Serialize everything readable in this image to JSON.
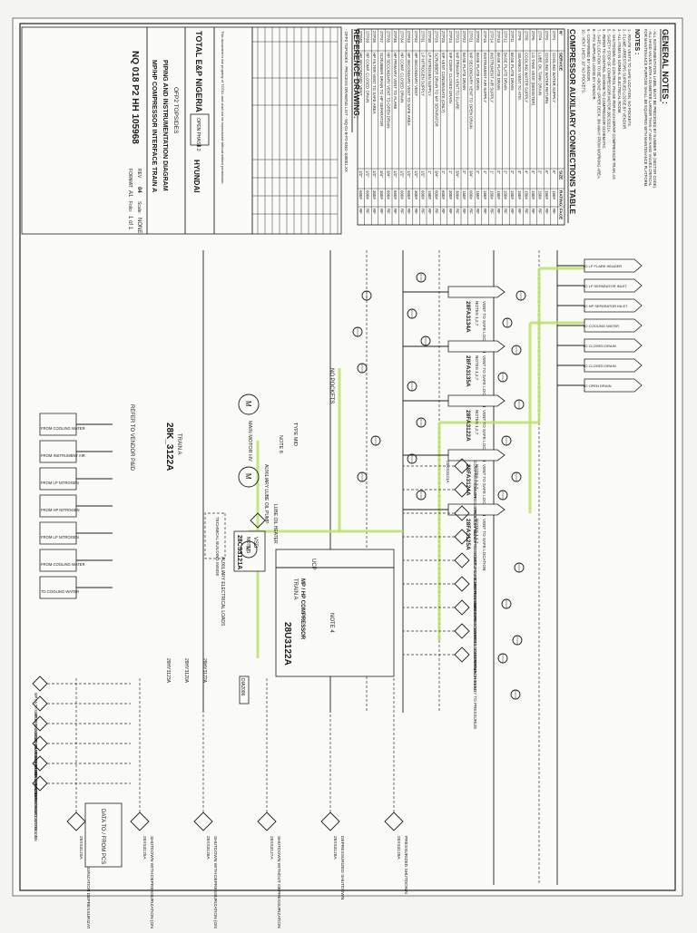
{
  "notes": {
    "heading": "GENERAL NOTES :",
    "general": [
      "- ALL INSTRUMENTATION LABEL MUST BE PRECEDED BY NUMBER 28 (SECTOR CODE).",
      "- ALL HAND VALVES WITH A DIAMETER LARGER THAN 4\" AND HAND VALVES CRITICAL",
      "  FOR MAINTENANCE PURPOSE SHALL BE EQUIPPED WITH MAINTENANCE PLATFORM."
    ],
    "subheading": "NOTES :",
    "items": [
      "1.- ROUTE VENTS TO SAFE LOCATION. NO POCKETS.",
      "2.- FLAME ARRESTORS SUPPLIED LOOSE BY VENDOR.",
      "3.- ALL ITEMS IN NORMAL ELECTRICAL ROOM.",
      "4.- SHUTDOWN AND CONTROL PHASE PER EACH MP/HP COMPRESSOR TRAIN AS",
      "5.- SAFETY STOP OF COMPRESSOR MOTOR 28CS3121A.",
      "6.- REFER TO CONTROL SCHEME TO COMPRESSOR SCHEMATIC.",
      "7.- SAFE LOCATION TO BE ABOVE UPPER DECK, 3M AWAY FROM WORKING AREA.",
      "8.- PSV SUPPLIED LOOSE BY VENDOR.",
      "9.- CONFIRMED BY VENDOR.",
      "10.- VENT LINES: 10\" NO POCKETS."
    ]
  },
  "aux_table": {
    "title": "COMPRESSOR AUXILIARY CONNECTIONS TABLE",
    "headers": [
      "N°",
      "SERVICE",
      "SIZE",
      "RATING",
      "FACE"
    ],
    "rows": [
      [
        "2TP1",
        "COOLING WATER SUPPLY",
        "6\"",
        "150#",
        "RF"
      ],
      [
        "2TP2",
        "COOLING WATER RETURN",
        "6\"",
        "150#",
        "RF"
      ],
      [
        "2TP4",
        "LUBE OIL TANK DRAIN",
        "2\"",
        "150#",
        "RF"
      ],
      [
        "2TP5",
        "LO TANK VENT (DEMISTER)",
        "4\"",
        "150#",
        "RF"
      ],
      [
        "2TP8",
        "COOLING WATER SUPPLY",
        "4\"",
        "150#",
        "RF"
      ],
      [
        "2TP9",
        "GEARBOX VENT TO ATM.",
        "3\"",
        "150#",
        "RF"
      ],
      [
        "2TP11",
        "BASE PLATE DRAIN",
        "2\"",
        "150#",
        "RF"
      ],
      [
        "2TP12",
        "BASE PLATE DRAIN",
        "2\"",
        "150#",
        "RF"
      ],
      [
        "2TP13",
        "BASE PLATE DRAIN",
        "2\"",
        "150#",
        "RF"
      ],
      [
        "2TP14",
        "INSTRUMENT AIR SUPPLY",
        "1\"",
        "150#",
        "RF"
      ],
      [
        "2TP15",
        "INSTRUMENT AIR SUPPLY",
        "1\"",
        "150#",
        "RF"
      ],
      [
        "2TP20",
        "BASE PLATE DRAIN",
        "2\"",
        "150#",
        "RF"
      ],
      [
        "2TP21",
        "MP SECONDARY VENT TO OPEN DRAIN",
        "3/4\"",
        "600#",
        "RF"
      ],
      [
        "2TP22",
        "BASE PLATE DRAIN",
        "2\"",
        "150#",
        "RF"
      ],
      [
        "2TP23",
        "MP PRIMARY VENT TO FLARE",
        "3/4\"",
        "300#",
        "RF"
      ],
      [
        "2TP24",
        "MP COMP. CLOSED DRAIN",
        "1\"",
        "300#",
        "RF"
      ],
      [
        "2TP25",
        "MP VENT CONDENSATE (ONLY)",
        "1\"",
        "600#",
        "RF"
      ],
      [
        "2TP26",
        "SCRUBBER DRAIN TO MP SEPARATOR",
        "3/4\"",
        "600#",
        "RF"
      ],
      [
        "2TP30",
        "LP NITROGEN SUPPLY",
        "1\"",
        "150#",
        "RF"
      ],
      [
        "2TP31",
        "LP NITROGEN SUPPLY",
        "1/2\"",
        "600#",
        "RF"
      ],
      [
        "2TP32",
        "HP SECONDARY VENT",
        "1/2\"",
        "300#",
        "RF"
      ],
      [
        "2TP33",
        "HP SECONDARY VENT TO SAFE AREA",
        "1/2\"",
        "600#",
        "RF"
      ],
      [
        "2TP34",
        "HP COMP. CLOSED DRAIN",
        "1/2\"",
        "600#",
        "RF"
      ],
      [
        "2TP35",
        "HP PRIMARY VENT TO FLARE",
        "1/2\"",
        "600#",
        "RF"
      ],
      [
        "2TP36",
        "HP SECONDARY VENT TO OPEN DRAIN",
        "3/4\"",
        "600#",
        "RF"
      ],
      [
        "2TP37",
        "SCRUBBER DRAIN TO HP SEPARATOR",
        "3/4\"",
        "300#",
        "RF"
      ],
      [
        "2TP38",
        "HP FILTER VENT TO SAFE AREA",
        "1/2\"",
        "300#",
        "RF"
      ],
      [
        "2TP39",
        "HP COMP. CLOSED DRAIN",
        "1/2\"",
        "600#",
        "RF"
      ],
      [
        "2TP40",
        "HP SECONDARY VENT",
        "1/2\"",
        "600#",
        "RF"
      ]
    ]
  },
  "reference": {
    "title": "REFERENCE DRAWING:",
    "items": [
      "- OFP2 TOPSIDES - PROCESS DRAWING LIST - NQ-01-B-P2-ENG-100001.XX"
    ]
  },
  "title_block": {
    "company": "TOTAL E&P NIGERIA LIMITED",
    "project": "OFP2 TOPSIDES",
    "drawing_title_1": "PIPING AND INSTRUMENTATION DIAGRAM",
    "drawing_title_2": "MP/HP COMPRESSOR INTERFACE TRAIN A",
    "number": "NQ 018 P2 HH 105968",
    "rev_label": "REV",
    "rev": "04",
    "scale_label": "Scale:",
    "scale": "NONE",
    "format_label": "FORMAT:",
    "format": "A1",
    "folio_label": "Folio:",
    "folio": "1 of 1",
    "phase": "OPEN PHASE 2",
    "contractor": "HYUNDAI"
  },
  "diagram": {
    "section_tag": "28K_3122A",
    "train": "TRAIN A",
    "vendor_note": "REFER TO VENDOR P&ID",
    "compressor_tag": "28CS3121A",
    "compressor_label": "MP / HP COMPRESSOR",
    "compressor_train": "TRAIN A",
    "ucp_label": "UCP",
    "vsd_label": "VSD",
    "note3": "NOTE 3",
    "note4": "NOTE 4",
    "note6": "NOTE 6",
    "unit_tag": "28U3122A",
    "technical_building": "TECHNICAL BUILDING INSIDE",
    "main_motor": "MAIN MOTOR HV",
    "aux_lube_pump": "AUXILIARY LUBE OIL PUMP",
    "lube_oil_heater": "LUBE OIL HEATER",
    "aux_elec_loads": "AUXILIARY ELECTRICAL LOADS",
    "type_mid": "TYPE MID",
    "no_pockets": "NO POCKETS",
    "data_to_pcs": "DATA TO / FROM PCS",
    "ddm_tag": "DIA2086",
    "vents": [
      {
        "title": "VENT TO SAFE LOCATION",
        "note": "NOTES 1,2,7",
        "tag": "28FA3134A"
      },
      {
        "title": "VENT TO SAFE LOCATION",
        "note": "NOTES 1,2,7",
        "tag": "28FA3135A"
      },
      {
        "title": "VENT TO SAFE LOCATION",
        "note": "NOTES 1,2,7",
        "tag": "28FA3122A"
      },
      {
        "title": "VENT TO SAFE LOCATION",
        "note": "NOTES 1,2,7",
        "tag": "28FA3124A"
      },
      {
        "title": "VENT TO SAFE LOCATION",
        "note": "NOTES 1,2,7",
        "tag": "28FA3125A"
      }
    ],
    "outlets": [
      "TO LP FLARE HEADER",
      "TO LP SEPARATOR INLET",
      "TO HP SEPARATOR INLET",
      "TO COOLING WATER",
      "TO CLOSED DRAIN",
      "TO CLOSED DRAIN",
      "TO OPEN DRAIN"
    ],
    "inlets": [
      "FROM COOLING WATER",
      "FROM INSTRUMENT AIR",
      "FROM LP NITROGEN",
      "FROM HP NITROGEN",
      "FROM LP NITROGEN",
      "FROM COOLING WATER",
      "TO COOLING WATER"
    ],
    "interlocks": [
      {
        "label": "COMPRESSOR ON",
        "tag": "28XS3121A"
      },
      {
        "label": "COMPRESSOR STOPPED",
        "tag": ""
      },
      {
        "label": "PROCESS READY TO START",
        "tag": ""
      },
      {
        "label": "COMPRESSOR PURGED AND PRESSURIZED",
        "tag": ""
      },
      {
        "label": "CLOCK SYNCHRONIZATION",
        "tag": ""
      },
      {
        "label": "COMPRESSOR DEPRESSURIZED",
        "tag": ""
      },
      {
        "label": "ANTISURGE VALVE CLOSED MP/HP",
        "tag": ""
      },
      {
        "label": "COMPRESSOR DRAIN ACHIEVED",
        "tag": ""
      },
      {
        "label": "COMPRESSOR READY TO PRESSURIZE",
        "tag": ""
      }
    ],
    "left_signals": [
      "MP ANTI-SURGE VALVE OPERATION OPENING SET POINT",
      "HP ANTI-SURGE VALVE OPERATION OPENING SET POINT",
      "LOAD SHARING ACTIVE",
      "LOAD SHARING INACTIVE",
      "MP / HP COMPRESSOR CONTROL ON",
      "EXTERNAL CONTROL ON"
    ],
    "shutdowns": [
      {
        "label": "PSD MP PRESSURIZATION DEPRESSURIZATION",
        "tag": "28XS3120A"
      },
      {
        "label": "SHUTDOWN WITH DEPRESSURIZATION (ON UCP)",
        "tag": "28XS3125A"
      },
      {
        "label": "SHUTDOWN WITH DEPRESSURIZATION (ON UCP)",
        "tag": "28XS3126A"
      },
      {
        "label": "SHUTDOWN WITHOUT DEPRESSURIZATION (ON UCP)",
        "tag": "28XS3127A"
      },
      {
        "label": "DEPRESSURIZED SHUTDOWN",
        "tag": "28XS3128A"
      },
      {
        "label": "PRESSURIZED SHUTDOWN",
        "tag": "28XS3129A"
      }
    ],
    "signal_tags": [
      "28HY3122A",
      "28HY3120A",
      "28HY3123A"
    ]
  },
  "stamp": "This document is the property of TOTAL and shall not be reproduced without written permission."
}
